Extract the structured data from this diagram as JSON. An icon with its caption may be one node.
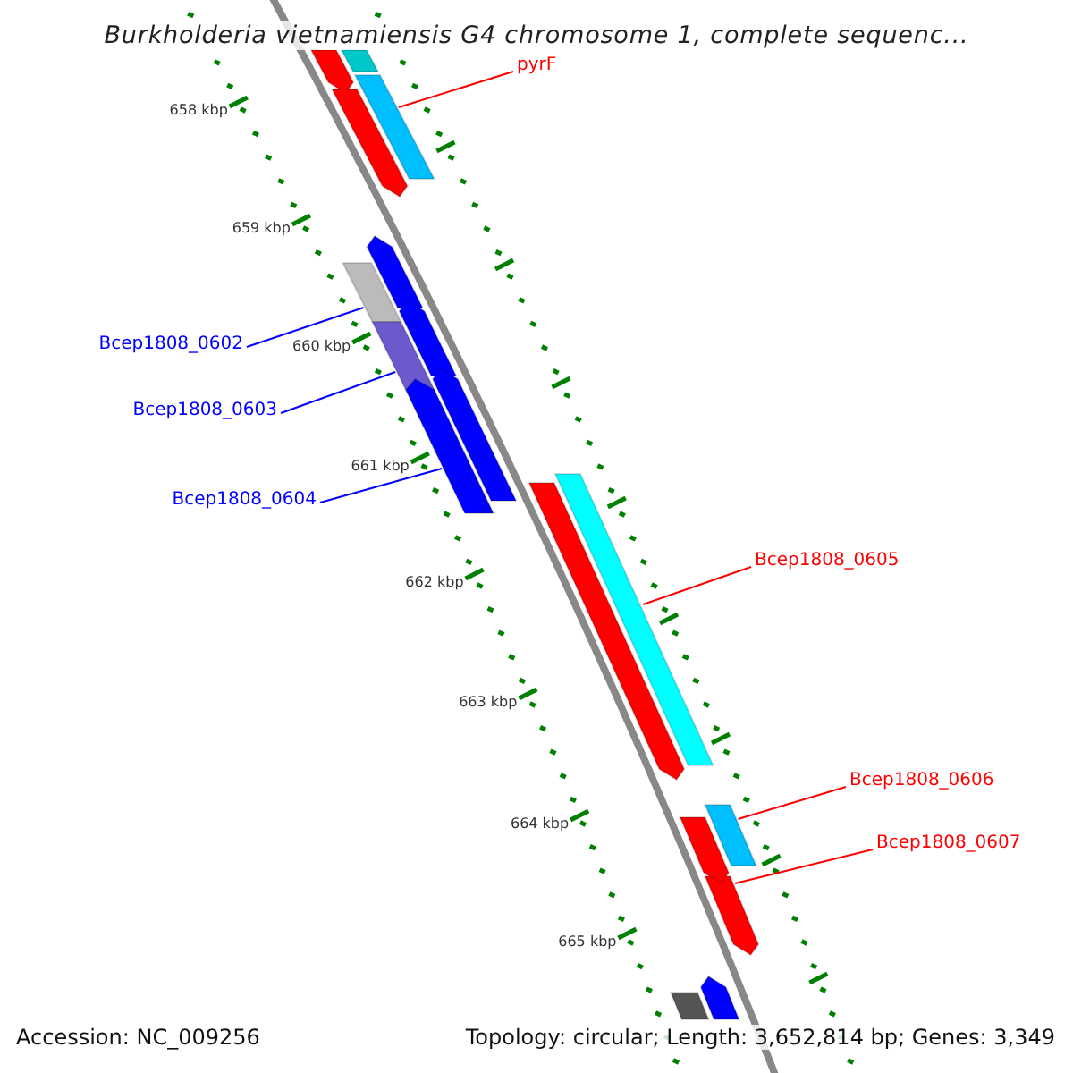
{
  "diagram": {
    "title": "Burkholderia vietnamiensis G4 chromosome 1, complete sequenc...",
    "nodes": [
      {
        "text": [
          "pyrF"
        ]
      },
      {
        "text": [
          "Bcep1808_0602"
        ]
      },
      {
        "text": [
          "Bcep1808_0603"
        ]
      },
      {
        "text": [
          "Bcep1808_0604"
        ]
      },
      {
        "text": [
          "Bcep1808_0605"
        ]
      },
      {
        "text": [
          "Bcep1808_0606"
        ]
      },
      {
        "text": [
          "Bcep1808_0607"
        ]
      },
      {
        "text": [],
        "shape": "bar"
      },
      {
        "text": [],
        "shape": "bar"
      },
      {
        "text": [],
        "shape": "bar"
      },
      {
        "text": [],
        "shape": "bar"
      },
      {
        "text": [],
        "shape": "bar"
      },
      {
        "text": [],
        "shape": "bar"
      },
      {
        "text": [],
        "shape": "bar"
      },
      {
        "text": [],
        "shape": "bar"
      },
      {
        "text": [],
        "shape": "bar"
      },
      {
        "text": [],
        "shape": "bar"
      },
      {
        "text": [],
        "shape": "bar"
      },
      {
        "text": [],
        "shape": "bar"
      },
      {
        "text": [],
        "shape": "bar"
      },
      {
        "text": [],
        "shape": "bar"
      },
      {
        "text": [],
        "shape": "bar"
      },
      {
        "text": [],
        "shape": "bar"
      },
      {
        "text": [],
        "shape": "bar"
      }
    ],
    "edges": [
      {
        "from": 0,
        "to": 7,
        "arrow": "none"
      },
      {
        "from": 1,
        "to": 8,
        "arrow": "none",
        "color": "#0000ff"
      },
      {
        "from": 2,
        "to": 9,
        "arrow": "none",
        "color": "#0000ff"
      },
      {
        "from": 3,
        "to": 10,
        "arrow": "none",
        "color": "#0000ff"
      },
      {
        "from": 4,
        "to": 11,
        "arrow": "none"
      },
      {
        "from": 5,
        "to": 12,
        "arrow": "none"
      },
      {
        "from": 6,
        "to": 13,
        "arrow": "none"
      }
    ],
    "labels": [
      "658 kbp",
      "659 kbp",
      "660 kbp",
      "661 kbp",
      "662 kbp",
      "663 kbp",
      "664 kbp",
      "665 kbp",
      "Accession: NC_009256",
      "Topology: circular; Length: 3,652,814 bp; Genes: 3,349"
    ]
  }
}
